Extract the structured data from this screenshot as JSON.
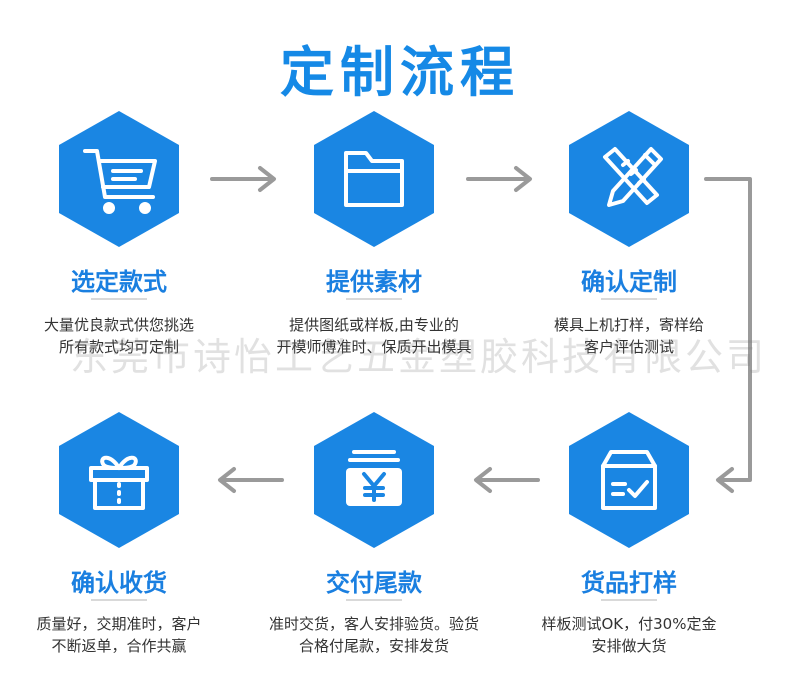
{
  "title": "定制流程",
  "watermark": "东莞市诗怡工艺五金塑胶科技有限公司",
  "colors": {
    "accent": "#1589e6",
    "hex_fill": "#1a86e3",
    "arrow": "#9a9a9a",
    "text": "#333333"
  },
  "steps": [
    {
      "label": "选定款式",
      "icon": "shopping-cart-icon",
      "desc": [
        "大量优良款式供您挑选",
        "所有款式均可定制"
      ]
    },
    {
      "label": "提供素材",
      "icon": "folder-icon",
      "desc": [
        "提供图纸或样板,由专业的",
        "开模师傅准时、保质开出模具"
      ]
    },
    {
      "label": "确认定制",
      "icon": "pencil-ruler-icon",
      "desc": [
        "模具上机打样，寄样给",
        "客户评估测试"
      ]
    },
    {
      "label": "货品打样",
      "icon": "box-check-icon",
      "desc": [
        "样板测试OK，付30%定金",
        "安排做大货"
      ]
    },
    {
      "label": "交付尾款",
      "icon": "yuan-payment-icon",
      "desc": [
        "准时交货，客人安排验货。验货",
        "合格付尾款，安排发货"
      ]
    },
    {
      "label": "确认收货",
      "icon": "gift-box-icon",
      "desc": [
        "质量好，交期准时，客户",
        "不断返单，合作共赢"
      ]
    }
  ]
}
